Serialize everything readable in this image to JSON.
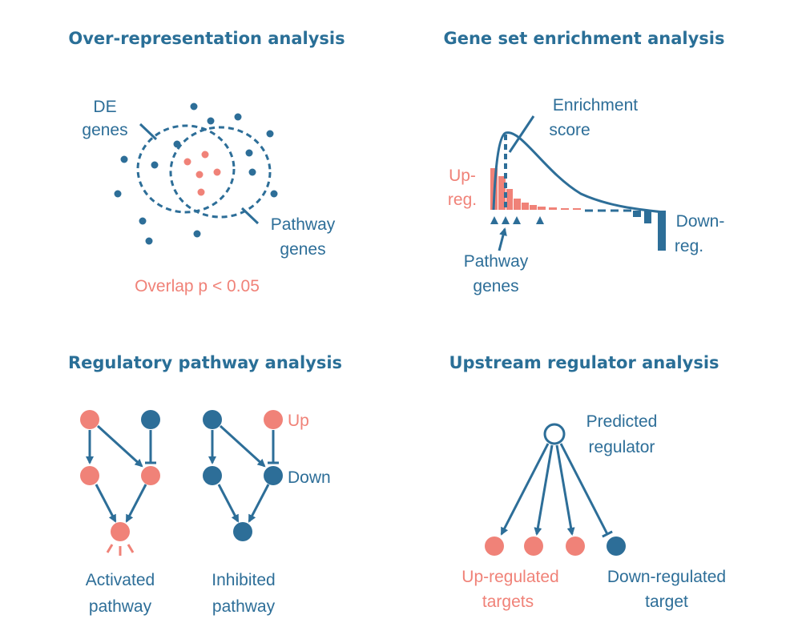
{
  "colors": {
    "blue": "#2d6e98",
    "red": "#f08278",
    "title": "#2a6f97"
  },
  "panels": {
    "ora": {
      "title": "Over-representation analysis",
      "de_genes_line1": "DE",
      "de_genes_line2": "genes",
      "pathway_genes_line1": "Pathway",
      "pathway_genes_line2": "genes",
      "overlap": "Overlap p < 0.05"
    },
    "gsea": {
      "title": "Gene set enrichment analysis",
      "enrichment_line1": "Enrichment",
      "enrichment_line2": "score",
      "up_line1": "Up-",
      "up_line2": "reg.",
      "down_line1": "Down-",
      "down_line2": "reg.",
      "pathway_line1": "Pathway",
      "pathway_line2": "genes"
    },
    "regulatory": {
      "title": "Regulatory pathway analysis",
      "legend_up": "Up",
      "legend_down": "Down",
      "activated_line1": "Activated",
      "activated_line2": "pathway",
      "inhibited_line1": "Inhibited",
      "inhibited_line2": "pathway"
    },
    "upstream": {
      "title": "Upstream regulator analysis",
      "predicted_line1": "Predicted",
      "predicted_line2": "regulator",
      "up_targets_line1": "Up-regulated",
      "up_targets_line2": "targets",
      "down_target_line1": "Down-regulated",
      "down_target_line2": "target"
    }
  }
}
